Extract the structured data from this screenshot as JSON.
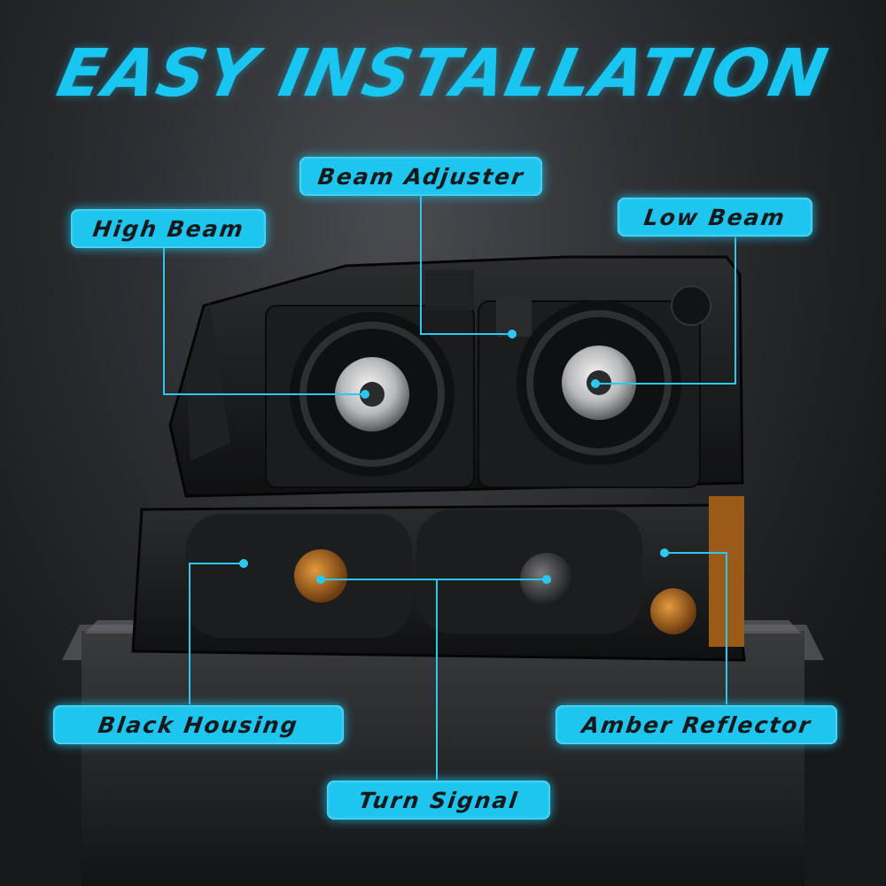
{
  "title": "EASY INSTALLATION",
  "labels": {
    "beam_adjuster": "Beam Adjuster",
    "high_beam": "High Beam",
    "low_beam": "Low Beam",
    "black_housing": "Black Housing",
    "amber_reflector": "Amber Reflector",
    "turn_signal": "Turn Signal"
  },
  "colors": {
    "accent": "#1ec6ef",
    "background": "#1a1b1d",
    "housing": "#141516",
    "amber": "#c9781e"
  }
}
